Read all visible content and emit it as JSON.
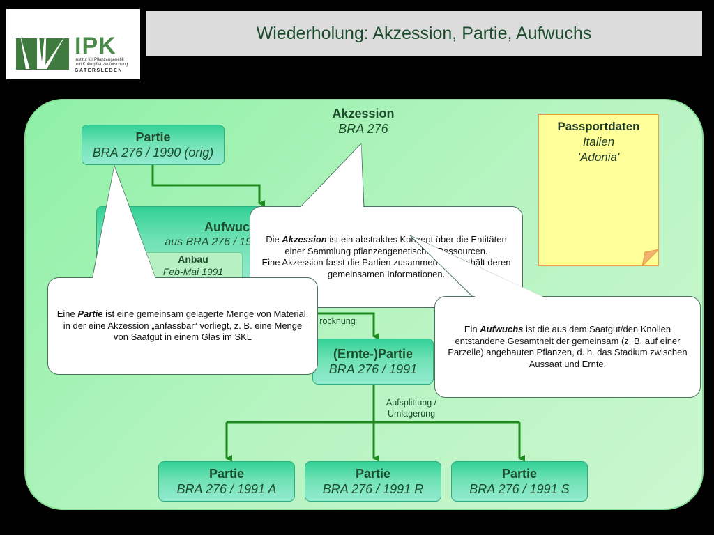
{
  "title": "Wiederholung: Akzession, Partie, Aufwuchs",
  "logo": {
    "name": "IPK",
    "line1": "Institut für Pflanzengenetik",
    "line2": "und Kulturpflanzenforschung",
    "line3": "GATERSLEBEN"
  },
  "akzession": {
    "title": "Akzession",
    "sub": "BRA 276"
  },
  "passport": {
    "title": "Passportdaten",
    "line1": "Italien",
    "line2": "'Adonia'"
  },
  "partie_orig": {
    "title": "Partie",
    "sub": "BRA 276 / 1990 (orig)"
  },
  "aufwuchs": {
    "title": "Aufwuchs",
    "sub": "aus BRA 276 / 1990"
  },
  "anbau": {
    "title": "Anbau",
    "sub": "Feb-Mai 1991"
  },
  "ernte": {
    "title": "(Ernte-)Partie",
    "sub": "BRA 276 / 1991"
  },
  "edge_ernte": "Ernte/Reinigung/Trocknung",
  "edge_split": {
    "line1": "Aufsplittung /",
    "line2": "Umlagerung"
  },
  "partie_a": {
    "title": "Partie",
    "sub": "BRA 276 / 1991 A"
  },
  "partie_r": {
    "title": "Partie",
    "sub": "BRA 276 / 1991 R"
  },
  "partie_s": {
    "title": "Partie",
    "sub": "BRA 276 / 1991 S"
  },
  "callout_partie": {
    "pre": "Eine ",
    "term": "Partie",
    "rest": " ist eine gemeinsam gelagerte Menge von Material, in der eine Akzession „anfassbar“ vorliegt, z. B. eine Menge von Saatgut in einem Glas im SKL"
  },
  "callout_akzession": {
    "pre": "Die ",
    "term": "Akzession",
    "rest1": " ist ein abstraktes Konzept über die Entitäten einer Sammlung pflanzengenetischer Ressourcen.",
    "rest2": "Eine Akzession fasst die Partien zusammen und enthält deren gemeinsamen Informationen."
  },
  "callout_aufwuchs": {
    "pre": "Ein ",
    "term": "Aufwuchs",
    "rest": " ist die aus dem Saatgut/den Knollen entstandene Gesamtheit der gemeinsam (z. B. auf einer Parzelle) angebauten Pflanzen, d. h. das Stadium zwischen Aussaat und Ernte."
  },
  "colors": {
    "heading": "#1e4d2e",
    "arrow": "#1f8a1f",
    "node": "#33d197",
    "panel": "#b8f4c2",
    "note": "#ffff99"
  },
  "icons": [
    "grass-logo-icon",
    "arrow-icon"
  ]
}
